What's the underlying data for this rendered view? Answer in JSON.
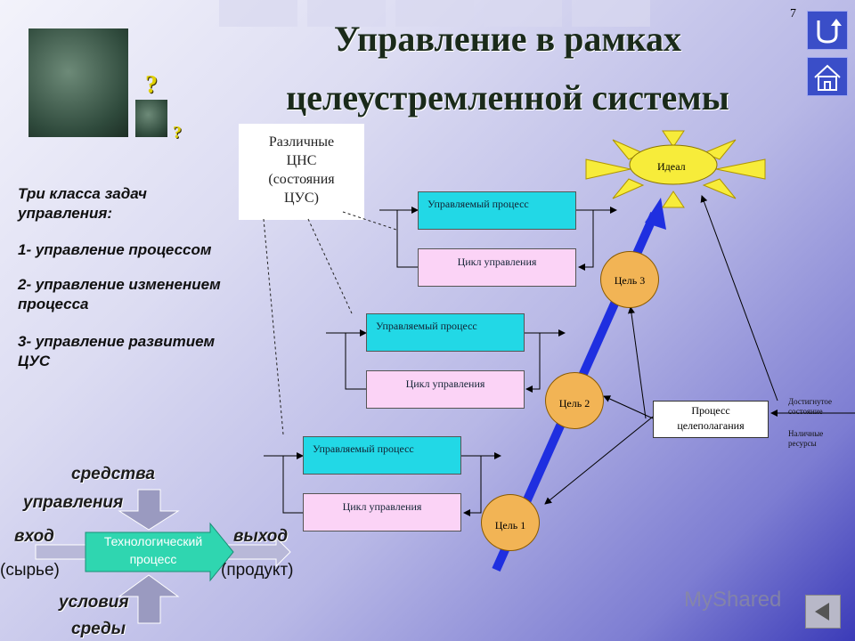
{
  "slide": {
    "number": "7",
    "title_line1": "Управление в рамках",
    "title_line2": "целеустремленной системы"
  },
  "question_marks": [
    "?",
    "?"
  ],
  "cns_box": {
    "line1": "Различные",
    "line2": "ЦНС",
    "line3": "(состояния",
    "line4": "ЦУС)"
  },
  "tasks": {
    "heading_line1": "Три класса задач",
    "heading_line2": "управления:",
    "item1": "1- управление процессом",
    "item2_line1": "2- управление изменением",
    "item2_line2": "процесса",
    "item3_line1": "3- управление развитием",
    "item3_line2": "ЦУС"
  },
  "levels": [
    {
      "process": "Управляемый процесс",
      "cycle": "Цикл управления",
      "goal": "Цель 3"
    },
    {
      "process": "Управляемый процесс",
      "cycle": "Цикл управления",
      "goal": "Цель 2"
    },
    {
      "process": "Управляемый процесс",
      "cycle": "Цикл управления",
      "goal": "Цель 1"
    }
  ],
  "ideal": "Идеал",
  "planning": {
    "line1": "Процесс",
    "line2": "целеполагания"
  },
  "notes": {
    "achieved_line1": "Достигнутое",
    "achieved_line2": "состояние",
    "resources_line1": "Наличные",
    "resources_line2": "ресурсы"
  },
  "bottom": {
    "means_line1": "средства",
    "means_line2": "управления",
    "input": "вход",
    "input_sub": "(сырье)",
    "output": "выход",
    "output_sub": "(продукт)",
    "tech_line1": "Технологический",
    "tech_line2": "процесс",
    "env_line1": "условия",
    "env_line2": "среды"
  },
  "watermark": "MyShared",
  "colors": {
    "process_fill": "#22d8e6",
    "cycle_fill": "#fbd3f6",
    "goal_fill": "#f2b455",
    "sun_fill": "#f7ec3a",
    "arrow_blue": "#1f2fe0",
    "tech_fill": "#2fd6b0"
  }
}
